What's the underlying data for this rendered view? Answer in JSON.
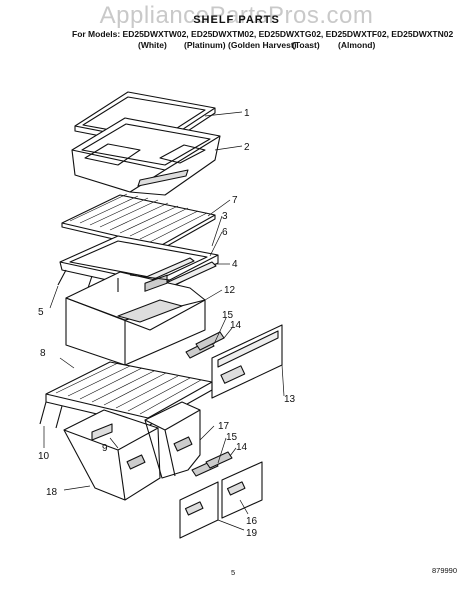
{
  "watermark": "AppliancePartsPros.com",
  "title": "SHELF PARTS",
  "models_label": "For Models:",
  "models": "ED25DWXTW02, ED25DWXTM02, ED25DWXTG02, ED25DWXTF02, ED25DWXTN02",
  "finishes": [
    "(White)",
    "(Platinum)",
    "(Golden Harvest)",
    "(Toast)",
    "(Almond)"
  ],
  "callouts": [
    "1",
    "2",
    "7",
    "3",
    "6",
    "4",
    "5",
    "12",
    "15",
    "14",
    "8",
    "13",
    "9",
    "10",
    "17",
    "15",
    "14",
    "18",
    "16",
    "19"
  ],
  "page_number": "5",
  "doc_code": "879990"
}
